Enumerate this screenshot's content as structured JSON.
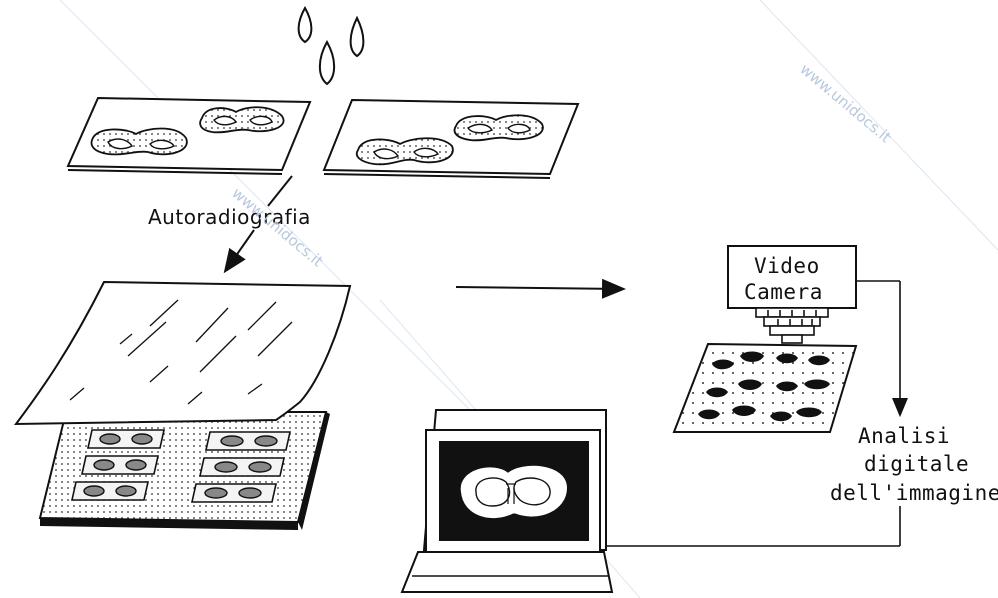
{
  "labels": {
    "autoradiography": "Autoradiografia",
    "video_camera_line1": "Video",
    "video_camera_line2": "Camera",
    "analysis_line1": "Analisi",
    "analysis_line2": "digitale",
    "analysis_line3": "dell'immagine"
  },
  "watermark": {
    "text": "www.unidocs.it"
  },
  "colors": {
    "ink": "#111111",
    "background": "#ffffff",
    "watermark": "#b9c8dd"
  }
}
